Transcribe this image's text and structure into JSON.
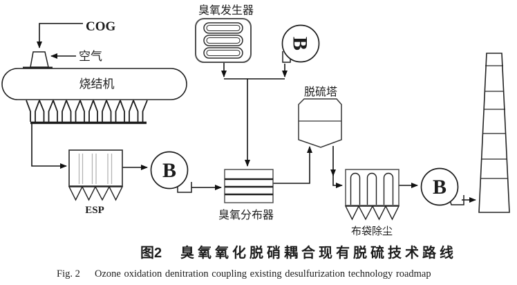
{
  "diagram": {
    "labels": {
      "cog": "COG",
      "air": "空气",
      "sintering_machine": "烧结机",
      "esp": "ESP",
      "ozone_generator": "臭氧发生器",
      "ozone_distributor": "臭氧分布器",
      "desulfurization_tower": "脱硫塔",
      "bag_filter": "布袋除尘",
      "blower_letter": "B"
    },
    "caption": {
      "zh_label": "图2",
      "zh_text": "臭氧氧化脱硝耦合现有脱硫技术路线",
      "en_label": "Fig. 2",
      "en_text": "Ozone oxidation denitration coupling existing desulfurization technology roadmap"
    },
    "colors": {
      "line": "#1a1a1a",
      "box_border": "#4d4d4d",
      "esp_plate": "#b3b3b3",
      "background": "#ffffff"
    }
  }
}
